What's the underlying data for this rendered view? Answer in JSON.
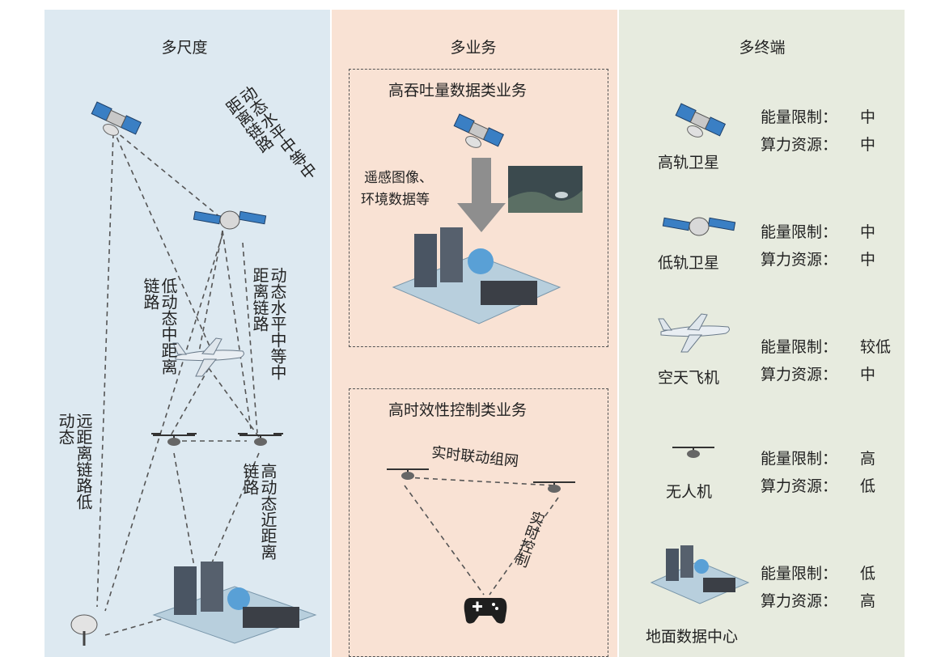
{
  "columns": {
    "scale": "多尺度",
    "business": "多业务",
    "terminal": "多终端"
  },
  "scale_links": {
    "geo_leo": "动态水平中等中距离链路",
    "geo_plane": "低动态中距离链路",
    "leo_drone": "动态水平中等中距离链路",
    "geo_ground": "远距离链路低动态",
    "drone_ground": "高动态近距离链路"
  },
  "business": {
    "box1_title": "高吞吐量数据类业务",
    "box1_text_line1": "遥感图像、",
    "box1_text_line2": "环境数据等",
    "box2_title": "高时效性控制类业务",
    "box2_network": "实时联动组网",
    "box2_control": "实时控制"
  },
  "terminals": [
    {
      "name": "高轨卫星",
      "energy_label": "能量限制：",
      "energy": "中",
      "compute_label": "算力资源：",
      "compute": "中",
      "icon": "satellite-icon"
    },
    {
      "name": "低轨卫星",
      "energy_label": "能量限制：",
      "energy": "中",
      "compute_label": "算力资源：",
      "compute": "中",
      "icon": "leo-satellite-icon"
    },
    {
      "name": "空天飞机",
      "energy_label": "能量限制：",
      "energy": "较低",
      "compute_label": "算力资源：",
      "compute": "中",
      "icon": "aircraft-icon"
    },
    {
      "name": "无人机",
      "energy_label": "能量限制：",
      "energy": "高",
      "compute_label": "算力资源：",
      "compute": "低",
      "icon": "drone-icon"
    },
    {
      "name": "地面数据中心",
      "energy_label": "能量限制：",
      "energy": "低",
      "compute_label": "算力资源：",
      "compute": "高",
      "icon": "data-center-icon"
    }
  ],
  "colors": {
    "panel_scale": "#dde9f1",
    "panel_business": "#f9e2d4",
    "panel_terminal": "#e7ebdf"
  }
}
